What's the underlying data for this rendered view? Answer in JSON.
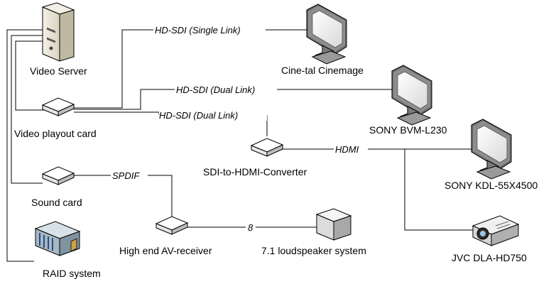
{
  "devices": {
    "video_server": "Video Server",
    "video_playout_card": "Video playout card",
    "sound_card": "Sound card",
    "raid_system": "RAID system",
    "cinemage": "Cine-tal Cinemage",
    "sony_bvm": "SONY BVM-L230",
    "sony_kdl": "SONY KDL-55X4500",
    "sdi_hdmi_converter": "SDI-to-HDMI-Converter",
    "av_receiver": "High end AV-receiver",
    "loudspeakers": "7.1 loudspeaker system",
    "jvc_projector": "JVC DLA-HD750"
  },
  "links": {
    "hdsdi_single": "HD-SDI (Single Link)",
    "hdsdi_dual_1": "HD-SDI (Dual Link)",
    "hdsdi_dual_2": "HD-SDI (Dual Link)",
    "hdmi": "HDMI",
    "spdif": "SPDIF",
    "speaker_channels": "8"
  },
  "icons": {
    "server": "tower-server-icon",
    "card": "flat-box-icon",
    "monitor": "monitor-icon",
    "projector": "projector-icon",
    "raid": "raid-enclosure-icon",
    "speaker": "speaker-box-icon"
  }
}
